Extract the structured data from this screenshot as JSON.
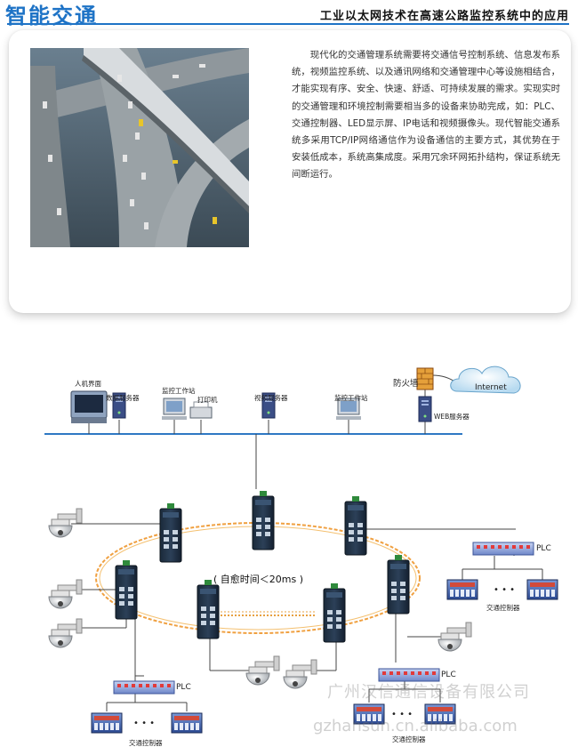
{
  "header": {
    "title": "智能交通",
    "subtitle": "工业以太网技术在高速公路监控系统中的应用"
  },
  "intro": {
    "text": "现代化的交通管理系统需要将交通信号控制系统、信息发布系统，视频监控系统、以及通讯网络和交通管理中心等设施相结合，才能实现有序、安全、快速、舒适、可持续发展的需求。实现实时的交通管理和环境控制需要相当多的设备来协助完成，如：PLC、交通控制器、LED显示屏、IP电话和视频摄像头。现代智能交通系统多采用TCP/IP网络通信作为设备通信的主要方式，其优势在于安装低成本，系统高集成度。采用冗余环网拓扑结构，保证系统无间断运行。"
  },
  "diagram": {
    "labels": {
      "hmi": "人机界面",
      "data_server": "数据服务器",
      "workstation_1": "监控工作站",
      "printer": "打印机",
      "video_server": "视频服务器",
      "workstation_2": "监控工作站",
      "firewall": "防火墙",
      "internet": "Internet",
      "web_server": "WEB服务器",
      "self_heal": "( 自愈时间＜20ms )",
      "plc_right": "PLC",
      "plc_left": "PLC",
      "plc_bottom": "PLC",
      "tc_right": "交通控制器",
      "tc_left": "交通控制器",
      "tc_bottom": "交通控制器",
      "dots": "• • •"
    }
  },
  "watermark": {
    "company": "广州汉信通信设备有限公司",
    "site": "gzhansun.cn.alibaba.com"
  },
  "colors": {
    "accent": "#1e73c6",
    "ring": "#f0a040",
    "bus": "#2e78c4"
  }
}
